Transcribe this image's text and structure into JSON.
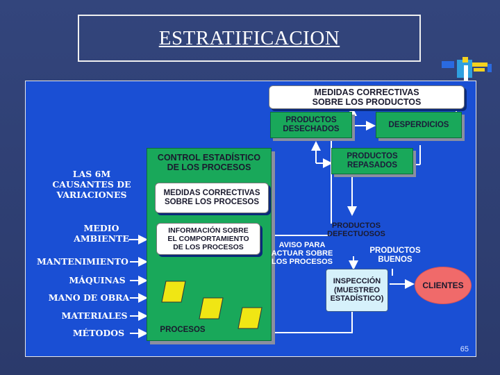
{
  "title": "ESTRATIFICACION",
  "page_number": "65",
  "causes": {
    "heading": "LAS 6M\nCAUSANTES DE\nVARIACIONES",
    "items": [
      "MEDIO\nAMBIENTE",
      "MANTENIMIENTO",
      "MÁQUINAS",
      "MANO DE OBRA",
      "MATERIALES",
      "MÉTODOS"
    ]
  },
  "boxes": {
    "medidas_productos": "MEDIDAS CORRECTIVAS\nSOBRE LOS PRODUCTOS",
    "productos_desechados": "PRODUCTOS\nDESECHADOS",
    "desperdicios": "DESPERDICIOS",
    "productos_repasados": "PRODUCTOS\nREPASADOS",
    "control_estadistico": "CONTROL ESTADÍSTICO\nDE LOS PROCESOS",
    "medidas_procesos": "MEDIDAS CORRECTIVAS\nSOBRE LOS PROCESOS",
    "informacion": "INFORMACIÓN SOBRE\nEL COMPORTAMIENTO\nDE LOS PROCESOS",
    "procesos": "PROCESOS",
    "productos_defectuosos": "PRODUCTOS\nDEFECTUOSOS",
    "aviso": "AVISO PARA\nACTUAR SOBRE\nLOS PROCESOS",
    "productos_buenos": "PRODUCTOS\nBUENOS",
    "inspeccion": "INSPECCIÓN\n(MUESTREO\nESTADÍSTICO)",
    "clientes": "CLIENTES"
  },
  "colors": {
    "panel": "#1a4fd4",
    "green_box": "#19a85a",
    "clients": "#f06a6a",
    "background": "#2e3f73"
  }
}
